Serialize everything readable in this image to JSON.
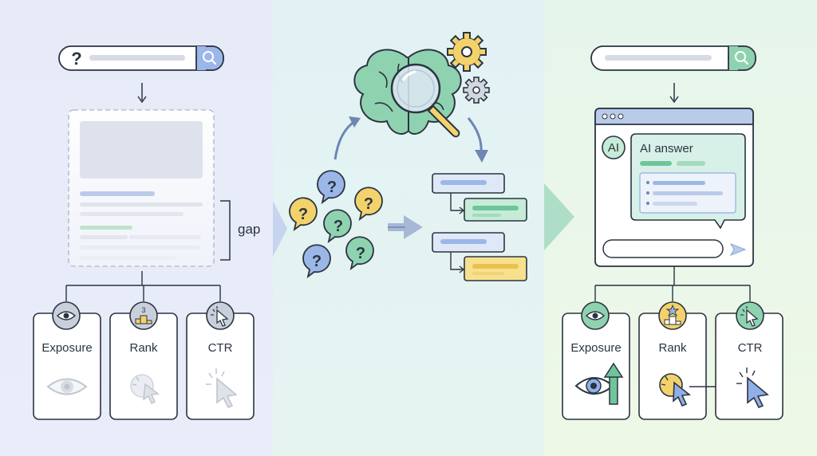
{
  "left": {
    "gap_label": "gap",
    "rank_number": "3",
    "cards": [
      {
        "label": "Exposure",
        "icon": "eye-icon"
      },
      {
        "label": "Rank",
        "icon": "podium-icon"
      },
      {
        "label": "CTR",
        "icon": "cursor-icon"
      }
    ]
  },
  "middle": {
    "icons": [
      "brain-icon",
      "magnifier-icon",
      "gear-icon",
      "question-bubble-icon",
      "flowchart-icon"
    ]
  },
  "right": {
    "ai_badge": "AI",
    "ai_answer_title": "AI answer",
    "cards": [
      {
        "label": "Exposure",
        "icon": "eye-icon"
      },
      {
        "label": "Rank",
        "icon": "podium-star-icon"
      },
      {
        "label": "CTR",
        "icon": "cursor-icon"
      }
    ]
  },
  "colors": {
    "blue_accent": "#8fb0e6",
    "green_accent": "#8fd2b0",
    "yellow_accent": "#f4dc7a",
    "outline": "#2b3441"
  }
}
